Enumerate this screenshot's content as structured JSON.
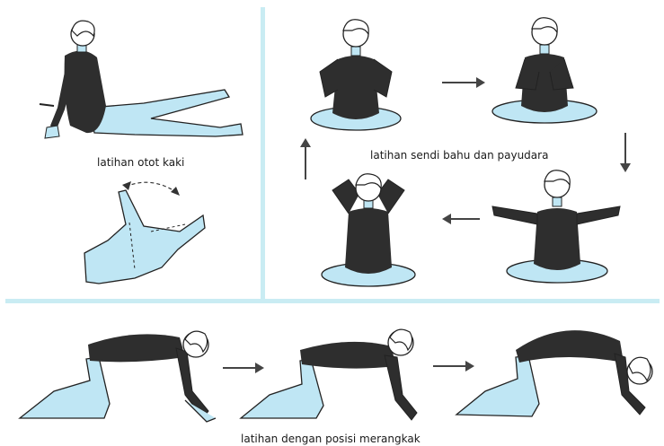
{
  "captions": {
    "leg_exercise": "latihan otot kaki",
    "shoulder_exercise": "latihan sendi bahu dan payudara",
    "crawl_exercise": "latihan dengan posisi merangkak"
  },
  "colors": {
    "divider": "#c9ecf3",
    "leotard": "#2e2e2e",
    "skin": "#bfe6f4",
    "outline": "#222222",
    "arrow": "#444444"
  },
  "figures": [
    "leg-exercise-figure",
    "ankle-rotation-figure",
    "shoulder-pose-hands-on-shoulders",
    "shoulder-pose-hands-on-chest",
    "shoulder-pose-hands-behind-head",
    "shoulder-pose-elbows-out",
    "crawl-pose-flat-back",
    "crawl-pose-neutral",
    "crawl-pose-arched-back"
  ]
}
